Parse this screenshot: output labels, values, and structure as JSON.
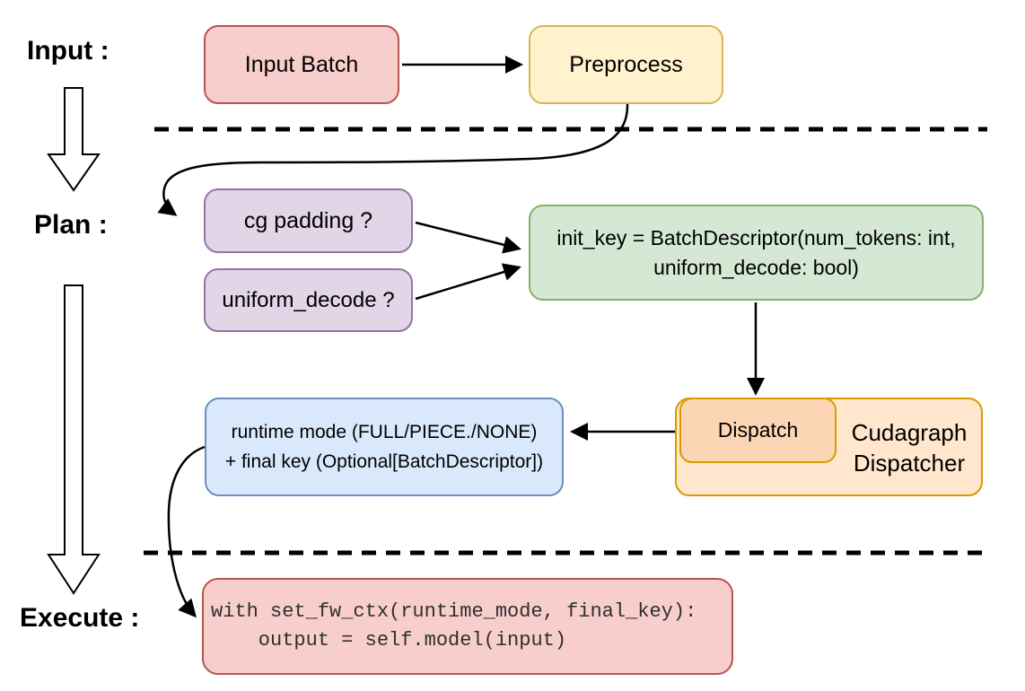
{
  "diagram": {
    "stage_labels": {
      "input": "Input :",
      "plan": "Plan :",
      "execute": "Execute :"
    },
    "nodes": {
      "input_batch": {
        "label": "Input Batch",
        "fill": "#f8cecc",
        "stroke": "#b85450"
      },
      "preprocess": {
        "label": "Preprocess",
        "fill": "#fff2cc",
        "stroke": "#d6b656"
      },
      "cg_padding": {
        "label": "cg padding ?",
        "fill": "#e1d5e7",
        "stroke": "#9673a6"
      },
      "uniform_decode": {
        "label": "uniform_decode ?",
        "fill": "#e1d5e7",
        "stroke": "#9673a6"
      },
      "init_key": {
        "line1": "init_key = BatchDescriptor(num_tokens: int,",
        "line2": "uniform_decode: bool)",
        "fill": "#d5e8d4",
        "stroke": "#82b366"
      },
      "dispatch": {
        "label": "Dispatch",
        "fill": "#fcd5b5",
        "stroke": "#d79b00"
      },
      "cudagraph_dispatcher": {
        "line1": "Cudagraph",
        "line2": "Dispatcher",
        "fill": "#ffe6cc",
        "stroke": "#d79b00"
      },
      "runtime_result": {
        "line1": "runtime mode (FULL/PIECE./NONE)",
        "line2": "+ final key (Optional[BatchDescriptor])",
        "fill": "#dae8fc",
        "stroke": "#6c8ebf"
      },
      "execute_code": {
        "line1": "with set_fw_ctx(runtime_mode, final_key):",
        "line2": "    output = self.model(input)",
        "fill": "#f8cecc",
        "stroke": "#b85450"
      }
    },
    "colors": {
      "arrow": "#000000",
      "separator": "#000000",
      "background": "#ffffff"
    }
  }
}
